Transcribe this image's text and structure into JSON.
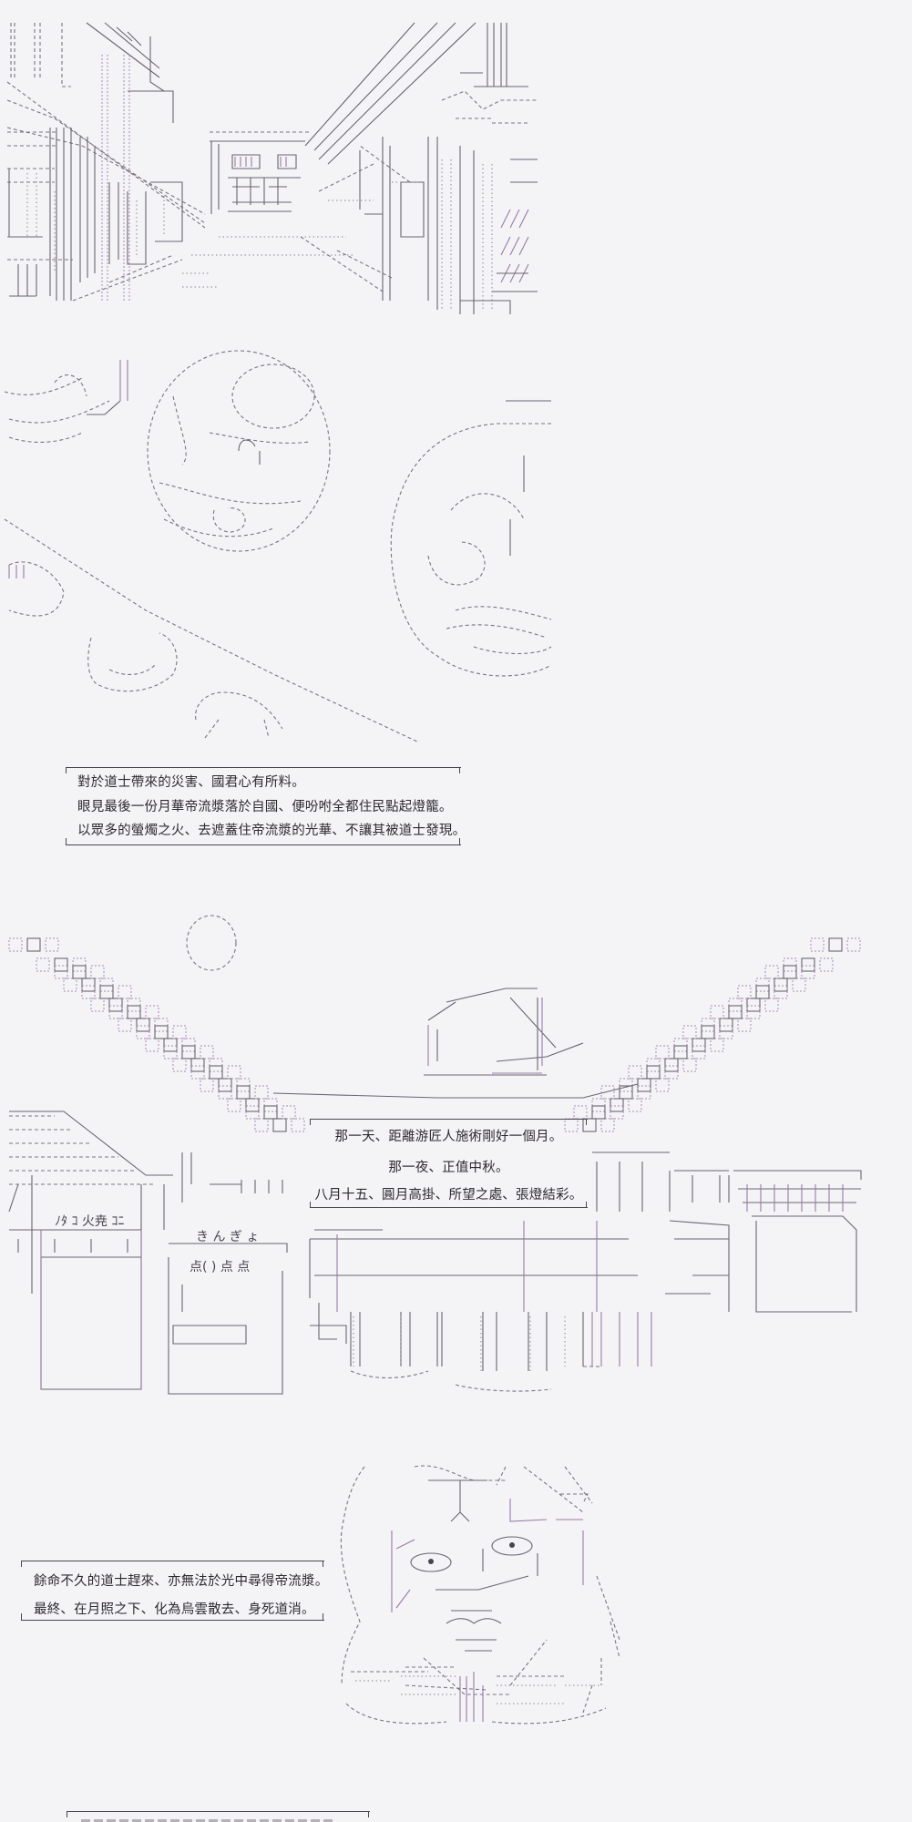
{
  "colors": {
    "background": "#f4f4f6",
    "text": "#2e2a30",
    "line_art": "#6a6470",
    "accent": "#9a7aa8"
  },
  "panels": [
    {
      "id": "street-scene"
    },
    {
      "id": "flowers-scene"
    },
    {
      "id": "moon-festival-scene",
      "art_labels": {
        "stall_sign": "点(  )  点  点",
        "stall_name": "き ん ぎ ょ",
        "takoyaki": "ﾉﾀ ｺ 火尭 ｺﾆ"
      }
    },
    {
      "id": "character-portrait"
    }
  ],
  "narration": {
    "box1": [
      "對於道士帶來的災害、國君心有所料。",
      "眼見最後一份月華帝流漿落於自國、便吩咐全都住民點起燈籠。",
      "以眾多的螢燭之火、去遮蓋住帝流漿的光華、不讓其被道士發現。"
    ],
    "box2": [
      "那一天、距離游匠人施術剛好一個月。",
      "那一夜、正值中秋。",
      "八月十五、圓月高掛、所望之處、張燈結彩。"
    ],
    "box3": [
      "餘命不久的道士趕來、亦無法於光中尋得帝流漿。",
      "最終、在月照之下、化為烏雲散去、身死道消。"
    ]
  }
}
